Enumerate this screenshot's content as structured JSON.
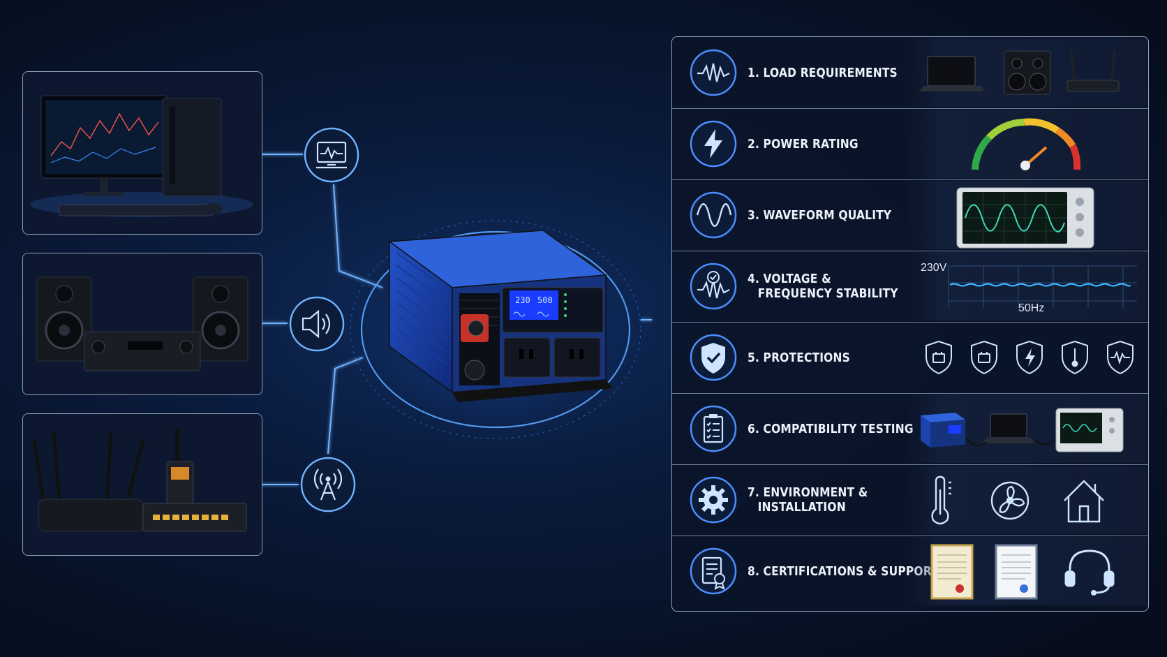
{
  "left_devices": [
    {
      "name": "computer",
      "icon": "monitor-waveform-icon"
    },
    {
      "name": "audio",
      "icon": "speaker-icon"
    },
    {
      "name": "network",
      "icon": "antenna-tower-icon"
    }
  ],
  "center": {
    "display_values": [
      "230",
      "500"
    ]
  },
  "checklist": [
    {
      "line1": "1. LOAD REQUIREMENTS",
      "line2": "",
      "icon": "waveform-pulse-icon",
      "illustration": "laptop-speaker-router"
    },
    {
      "line1": "2. POWER RATING",
      "line2": "",
      "icon": "lightning-bolt-icon",
      "illustration": "gauge"
    },
    {
      "line1": "3. WAVEFORM QUALITY",
      "line2": "",
      "icon": "sine-wave-icon",
      "illustration": "oscilloscope"
    },
    {
      "line1": "4. VOLTAGE &",
      "line2": "FREQUENCY STABILITY",
      "icon": "stable-wave-check-icon",
      "illustration": "stability-graph"
    },
    {
      "line1": "5. PROTECTIONS",
      "line2": "",
      "icon": "shield-check-icon",
      "illustration": "protection-shields"
    },
    {
      "line1": "6. COMPATIBILITY TESTING",
      "line2": "",
      "icon": "clipboard-checklist-icon",
      "illustration": "test-bench"
    },
    {
      "line1": "7. ENVIRONMENT &",
      "line2": "INSTALLATION",
      "icon": "gear-icon",
      "illustration": "thermometer-fan-house"
    },
    {
      "line1": "8. CERTIFICATIONS & SUPPORT",
      "line2": "",
      "icon": "certificate-icon",
      "illustration": "certificates-headset"
    }
  ],
  "stability_graph": {
    "voltage_label": "230V",
    "frequency_label": "50Hz"
  },
  "colors": {
    "accent": "#3d8dff",
    "glow": "#5aa6ff",
    "panel_border": "#8fa2bf",
    "background": "#071226"
  }
}
